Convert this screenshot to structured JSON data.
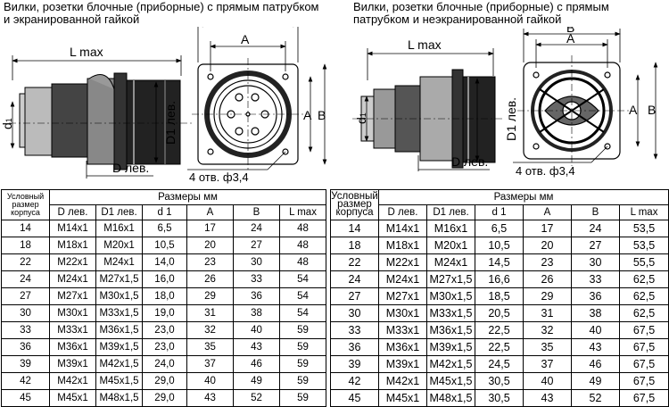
{
  "left": {
    "heading_line1": "Вилки, розетки блочные (приборные) с прямым патрубком",
    "heading_line2": "и экранированной гайкой",
    "dims": {
      "lmax": "L max",
      "d1": "d",
      "d1_sub": "1",
      "D1": "D1 лев.",
      "D": "D лев.",
      "A": "A",
      "B": "B",
      "holes": "4 отв. ф3,4"
    },
    "table": {
      "corner": "Условный размер корпуса",
      "group": "Размеры мм",
      "cols": [
        "D лев.",
        "D1 лев.",
        "d 1",
        "A",
        "B",
        "L max"
      ],
      "rows": [
        [
          "14",
          "M14x1",
          "M16x1",
          "6,5",
          "17",
          "24",
          "48"
        ],
        [
          "18",
          "M18x1",
          "M20x1",
          "10,5",
          "20",
          "27",
          "48"
        ],
        [
          "22",
          "M22x1",
          "M24x1",
          "14,0",
          "23",
          "30",
          "48"
        ],
        [
          "24",
          "M24x1",
          "M27x1,5",
          "16,0",
          "26",
          "33",
          "54"
        ],
        [
          "27",
          "M27x1",
          "M30x1,5",
          "18,0",
          "29",
          "36",
          "54"
        ],
        [
          "30",
          "M30x1",
          "M33x1,5",
          "19,0",
          "31",
          "38",
          "54"
        ],
        [
          "33",
          "M33x1",
          "M36x1,5",
          "23,0",
          "32",
          "40",
          "59"
        ],
        [
          "36",
          "M36x1",
          "M39x1,5",
          "23,0",
          "35",
          "43",
          "59"
        ],
        [
          "39",
          "M39x1",
          "M42x1,5",
          "24,0",
          "37",
          "46",
          "59"
        ],
        [
          "42",
          "M42x1",
          "M45x1,5",
          "29,0",
          "40",
          "49",
          "59"
        ],
        [
          "45",
          "M45x1",
          "M48x1,5",
          "29,0",
          "43",
          "52",
          "59"
        ]
      ]
    }
  },
  "right": {
    "heading_line1": "Вилки, розетки блочные (приборные) с прямым",
    "heading_line2": "патрубком и неэкранированной гайкой",
    "dims": {
      "lmax": "L max",
      "d1": "d",
      "d1_sub": "1",
      "D1": "D1 лев.",
      "D": "D лев.",
      "A": "A",
      "B": "B",
      "holes": "4 отв. ф3,4"
    },
    "table": {
      "corner": "Условный размер корпуса",
      "group": "Размеры мм",
      "cols": [
        "D лев.",
        "D1 лев.",
        "d 1",
        "A",
        "B",
        "L max"
      ],
      "rows": [
        [
          "14",
          "M14x1",
          "M16x1",
          "6,5",
          "17",
          "24",
          "53,5"
        ],
        [
          "18",
          "M18x1",
          "M20x1",
          "10,5",
          "20",
          "27",
          "53,5"
        ],
        [
          "22",
          "M22x1",
          "M24x1",
          "14,5",
          "23",
          "30",
          "55,5"
        ],
        [
          "24",
          "M24x1",
          "M27x1,5",
          "16,6",
          "26",
          "33",
          "62,5"
        ],
        [
          "27",
          "M27x1",
          "M30x1,5",
          "18,5",
          "29",
          "36",
          "62,5"
        ],
        [
          "30",
          "M30x1",
          "M33x1,5",
          "20,5",
          "31",
          "38",
          "62,5"
        ],
        [
          "33",
          "M33x1",
          "M36x1,5",
          "22,5",
          "32",
          "40",
          "67,5"
        ],
        [
          "36",
          "M36x1",
          "M39x1,5",
          "22,5",
          "35",
          "43",
          "67,5"
        ],
        [
          "39",
          "M39x1",
          "M42x1,5",
          "24,5",
          "37",
          "46",
          "67,5"
        ],
        [
          "42",
          "M42x1",
          "M45x1,5",
          "30,5",
          "40",
          "49",
          "67,5"
        ],
        [
          "45",
          "M45x1",
          "M48x1,5",
          "30,5",
          "43",
          "52",
          "67,5"
        ]
      ]
    }
  }
}
